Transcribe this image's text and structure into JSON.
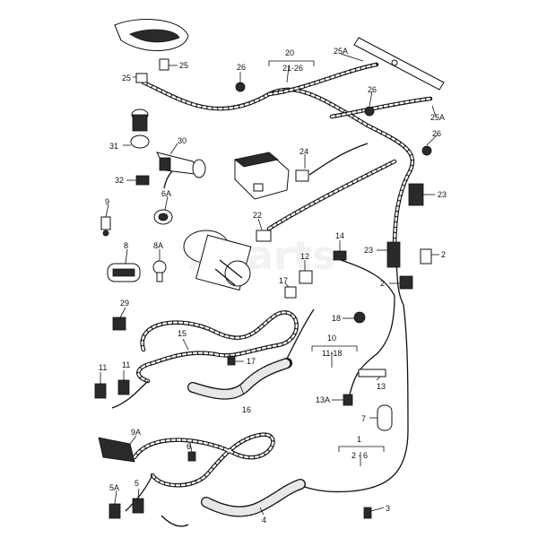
{
  "watermark": "Aparts",
  "labels": {
    "l20": "20",
    "l21_26": "21-26",
    "l25A_top": "25A",
    "l25_a": "25",
    "l25_b": "25",
    "l26_a": "26",
    "l26_b": "26",
    "l26_c": "26",
    "l25A_right": "25A",
    "l31": "31",
    "l30": "30",
    "l24": "24",
    "l32": "32",
    "l23_a": "23",
    "l9": "9",
    "l6A": "6A",
    "l22": "22",
    "l23_b": "23",
    "l2_a": "2",
    "l14": "14",
    "l8": "8",
    "l8A": "8A",
    "l12": "12",
    "l2_b": "2",
    "l17_a": "17",
    "l29": "29",
    "l18": "18",
    "l15": "15",
    "l10": "10",
    "l11_18": "11-18",
    "l17_b": "17",
    "l11_a": "11",
    "l11_b": "11",
    "l13": "13",
    "l13A": "13A",
    "l16": "16",
    "l7": "7",
    "l9A": "9A",
    "l1": "1",
    "l2_6": "2 - 6",
    "l6": "6",
    "l5A": "5A",
    "l5": "5",
    "l3": "3",
    "l4": "4"
  }
}
